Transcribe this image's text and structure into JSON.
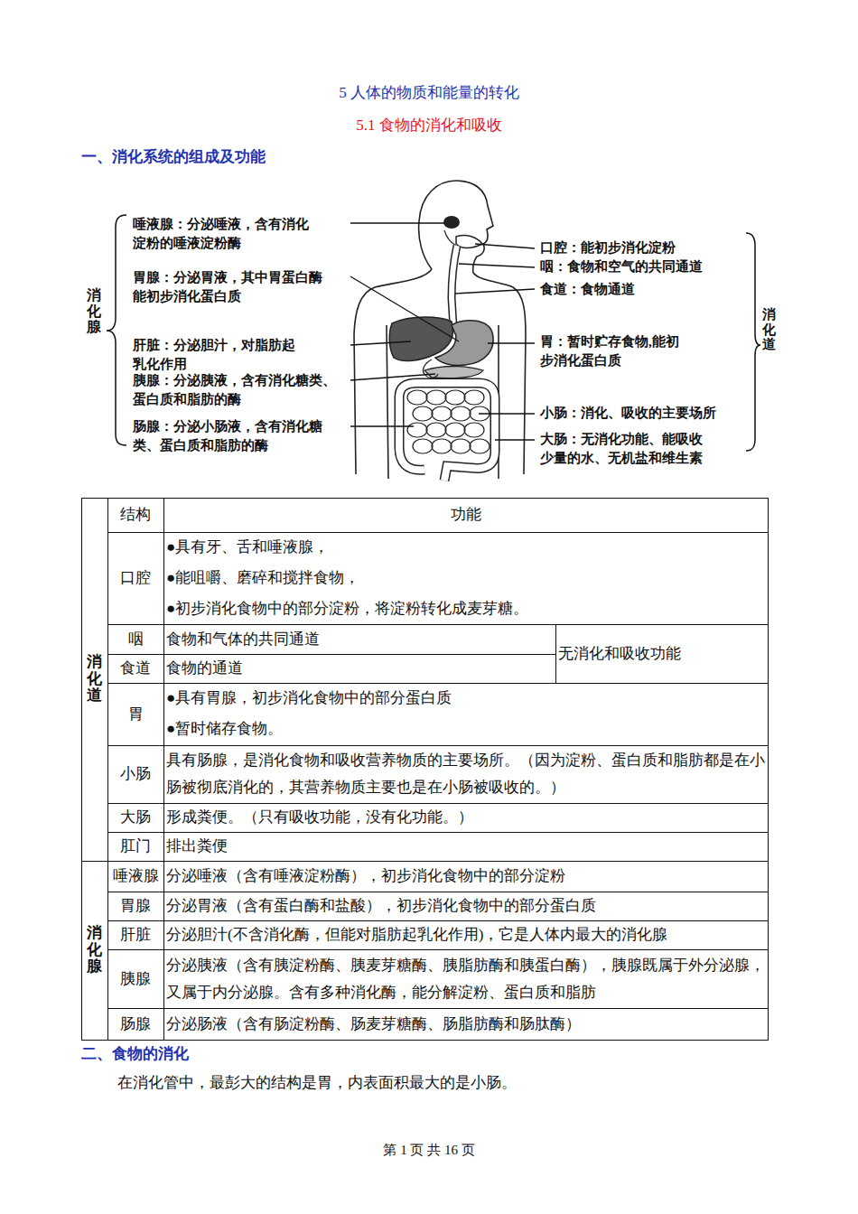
{
  "diagram": {
    "title": "5 人体的物质和能量的转化",
    "labels": [
      "5.1 食物的消化和吸收",
      "一、消化系统的组成及功能",
      "消化腺",
      "唾液腺：分泌唾液，含有消化淀粉的唾液淀粉酶",
      "胃腺：分泌胃液，其中胃蛋白酶能初步消化蛋白质",
      "肝脏：分泌胆汁，对脂肪起乳化作用",
      "胰腺：分泌胰液，含有消化糖类、蛋白质和脂肪的酶",
      "肠腺：分泌小肠液，含有消化糖类、蛋白质和脂肪的酶",
      "口腔：能初步消化淀粉",
      "咽：食物和空气的共同通道",
      "食道：食物通道",
      "胃：暂时贮存食物,能初步消化蛋白质",
      "小肠：消化、吸收的主要场所",
      "大肠：无消化功能、能吸收少量的水、无机盐和维生素",
      "消化道",
      "消化道",
      "结构",
      "功能",
      "口腔",
      "●具有牙、舌和唾液腺，",
      "●能咀嚼、磨碎和搅拌食物，",
      "●初步消化食物中的部分淀粉，将淀粉转化成麦芽糖。",
      "咽",
      "食物和气体的共同通道",
      "无消化和吸收功能",
      "食道",
      "食物的通道",
      "胃",
      "●具有胃腺，初步消化食物中的部分蛋白质",
      "●暂时储存食物。",
      "小肠",
      "具有肠腺，是消化食物和吸收营养物质的主要场所。（因为淀粉、蛋白质和脂肪都是在小肠被彻底消化的，其营养物质主要也是在小肠被吸收的。）",
      "大肠",
      "形成粪便。（只有吸收功能，没有化功能。）",
      "肛门",
      "排出粪便",
      "消化腺",
      "唾液腺",
      "分泌唾液（含有唾液淀粉酶），初步消化食物中的部分淀粉",
      "胃腺",
      "分泌胃液（含有蛋白酶和盐酸），初步消化食物中的部分蛋白质",
      "肝脏",
      "分泌胆汁(不含消化酶，但能对脂肪起乳化作用)，它是人体内最大的消化腺",
      "胰腺",
      "分泌胰液（含有胰淀粉酶、胰麦芽糖酶、胰脂肪酶和胰蛋白酶），胰腺既属于外分泌腺，又属于内分泌腺。含有多种消化酶，能分解淀粉、蛋白质和脂肪",
      "肠腺",
      "分泌肠液（含有肠淀粉酶、肠麦芽糖酶、肠脂肪酶和肠肽酶）",
      "二、食物的消化",
      "在消化管中，最彭大的结构是胃，内表面积最大的是小肠。",
      "第 1 页 共 16 页"
    ]
  }
}
